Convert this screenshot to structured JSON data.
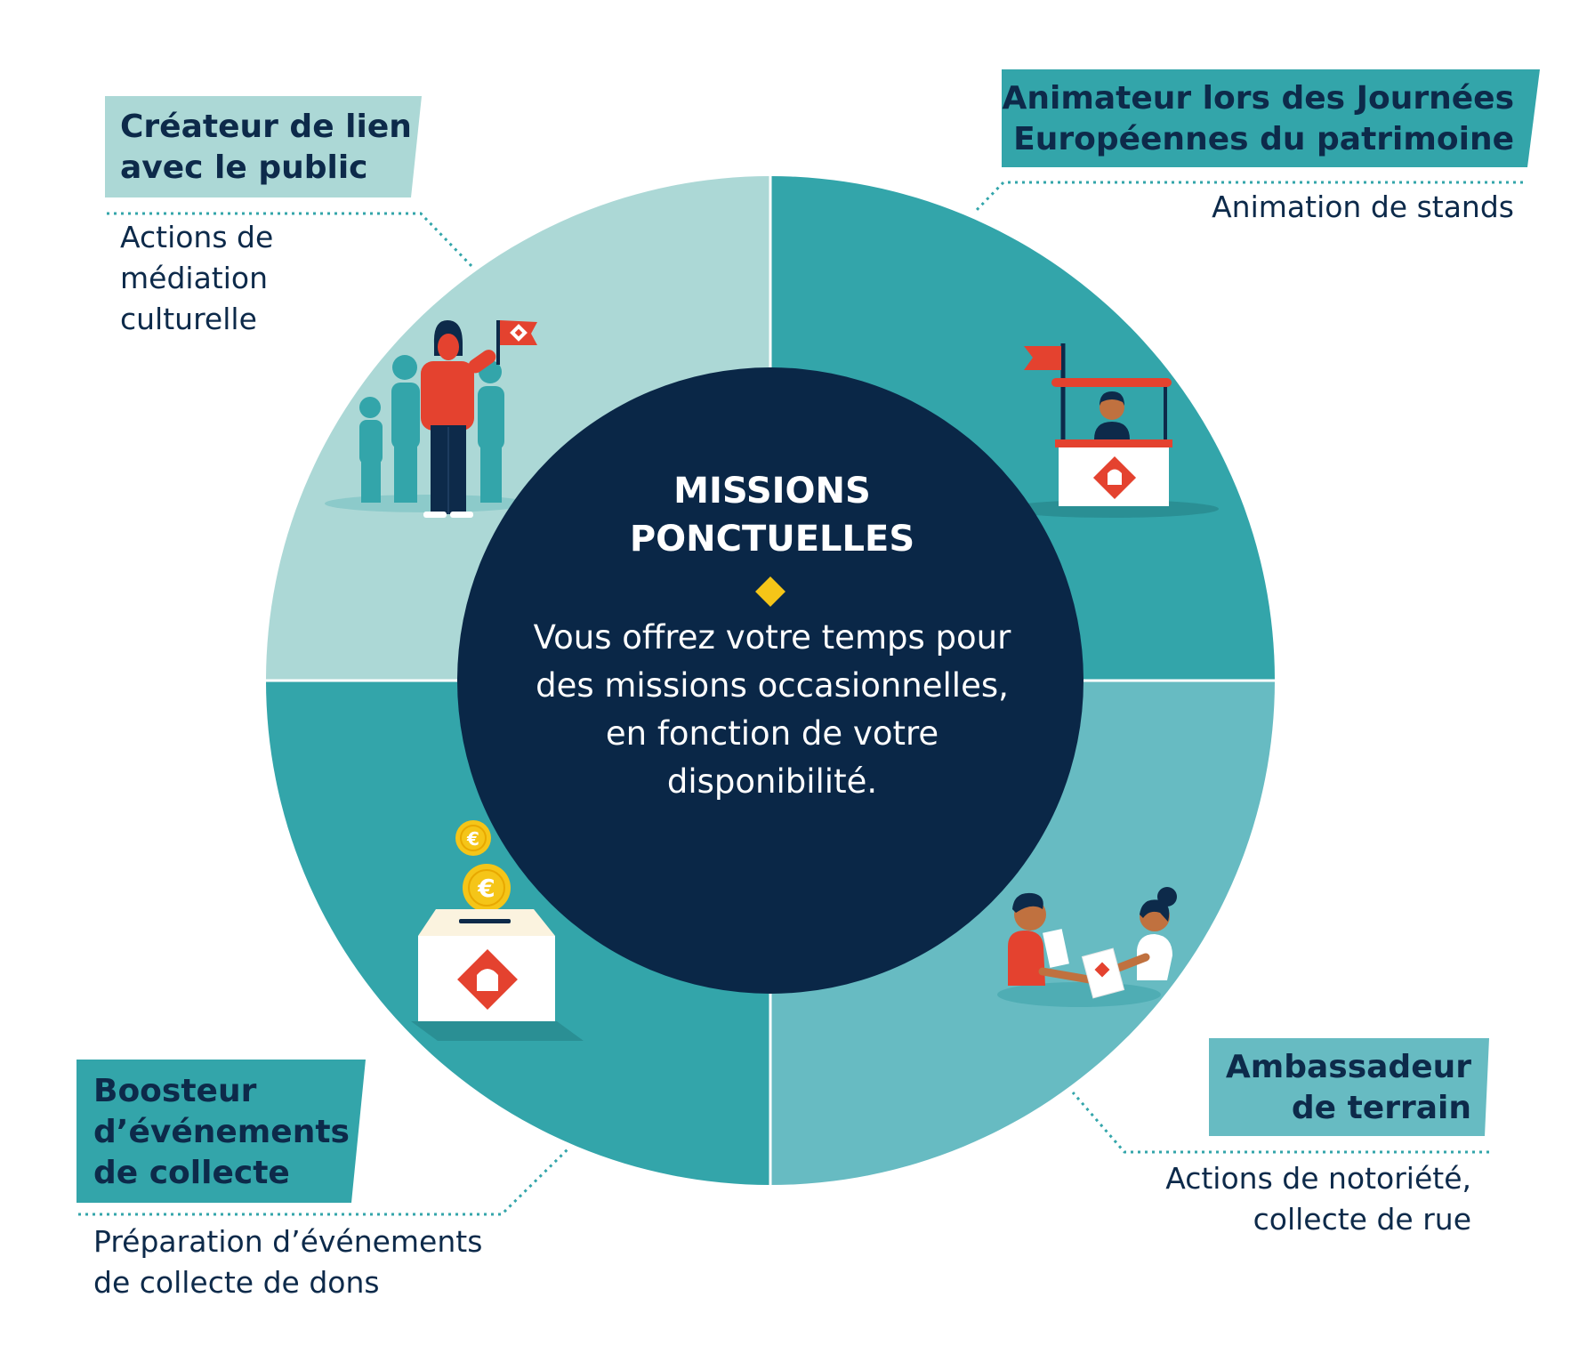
{
  "center": {
    "title": [
      "MISSIONS",
      "PONCTUELLES"
    ],
    "body": [
      "Vous offrez votre temps pour",
      "des missions occasionnelles,",
      "en fonction de votre",
      "disponibilité."
    ]
  },
  "missions": [
    {
      "id": "createur",
      "title": [
        "Créateur de lien",
        "avec le public"
      ],
      "description": [
        "Actions de",
        "médiation",
        "culturelle"
      ],
      "color": "#acd8d6",
      "icon": "people-with-flag"
    },
    {
      "id": "animateur",
      "title": [
        "Animateur lors des Journées",
        "Européennes du patrimoine"
      ],
      "description": [
        "Animation de stands"
      ],
      "color": "#33a5aa",
      "icon": "stand-booth"
    },
    {
      "id": "ambassadeur",
      "title": [
        "Ambassadeur",
        "de terrain"
      ],
      "description": [
        "Actions de notoriété,",
        "collecte de rue"
      ],
      "color": "#67bbc2",
      "icon": "people-exchanging-leaflet"
    },
    {
      "id": "boosteur",
      "title": [
        "Boosteur",
        "d’événements",
        "de collecte"
      ],
      "description": [
        "Préparation d’événements",
        "de collecte de dons"
      ],
      "color": "#33a5aa",
      "icon": "donation-box-coins"
    }
  ],
  "colors": {
    "navy": "#0d2a4a",
    "accent_red": "#e4422f",
    "accent_yellow": "#f5c518",
    "dotted_line": "#33a5aa"
  }
}
